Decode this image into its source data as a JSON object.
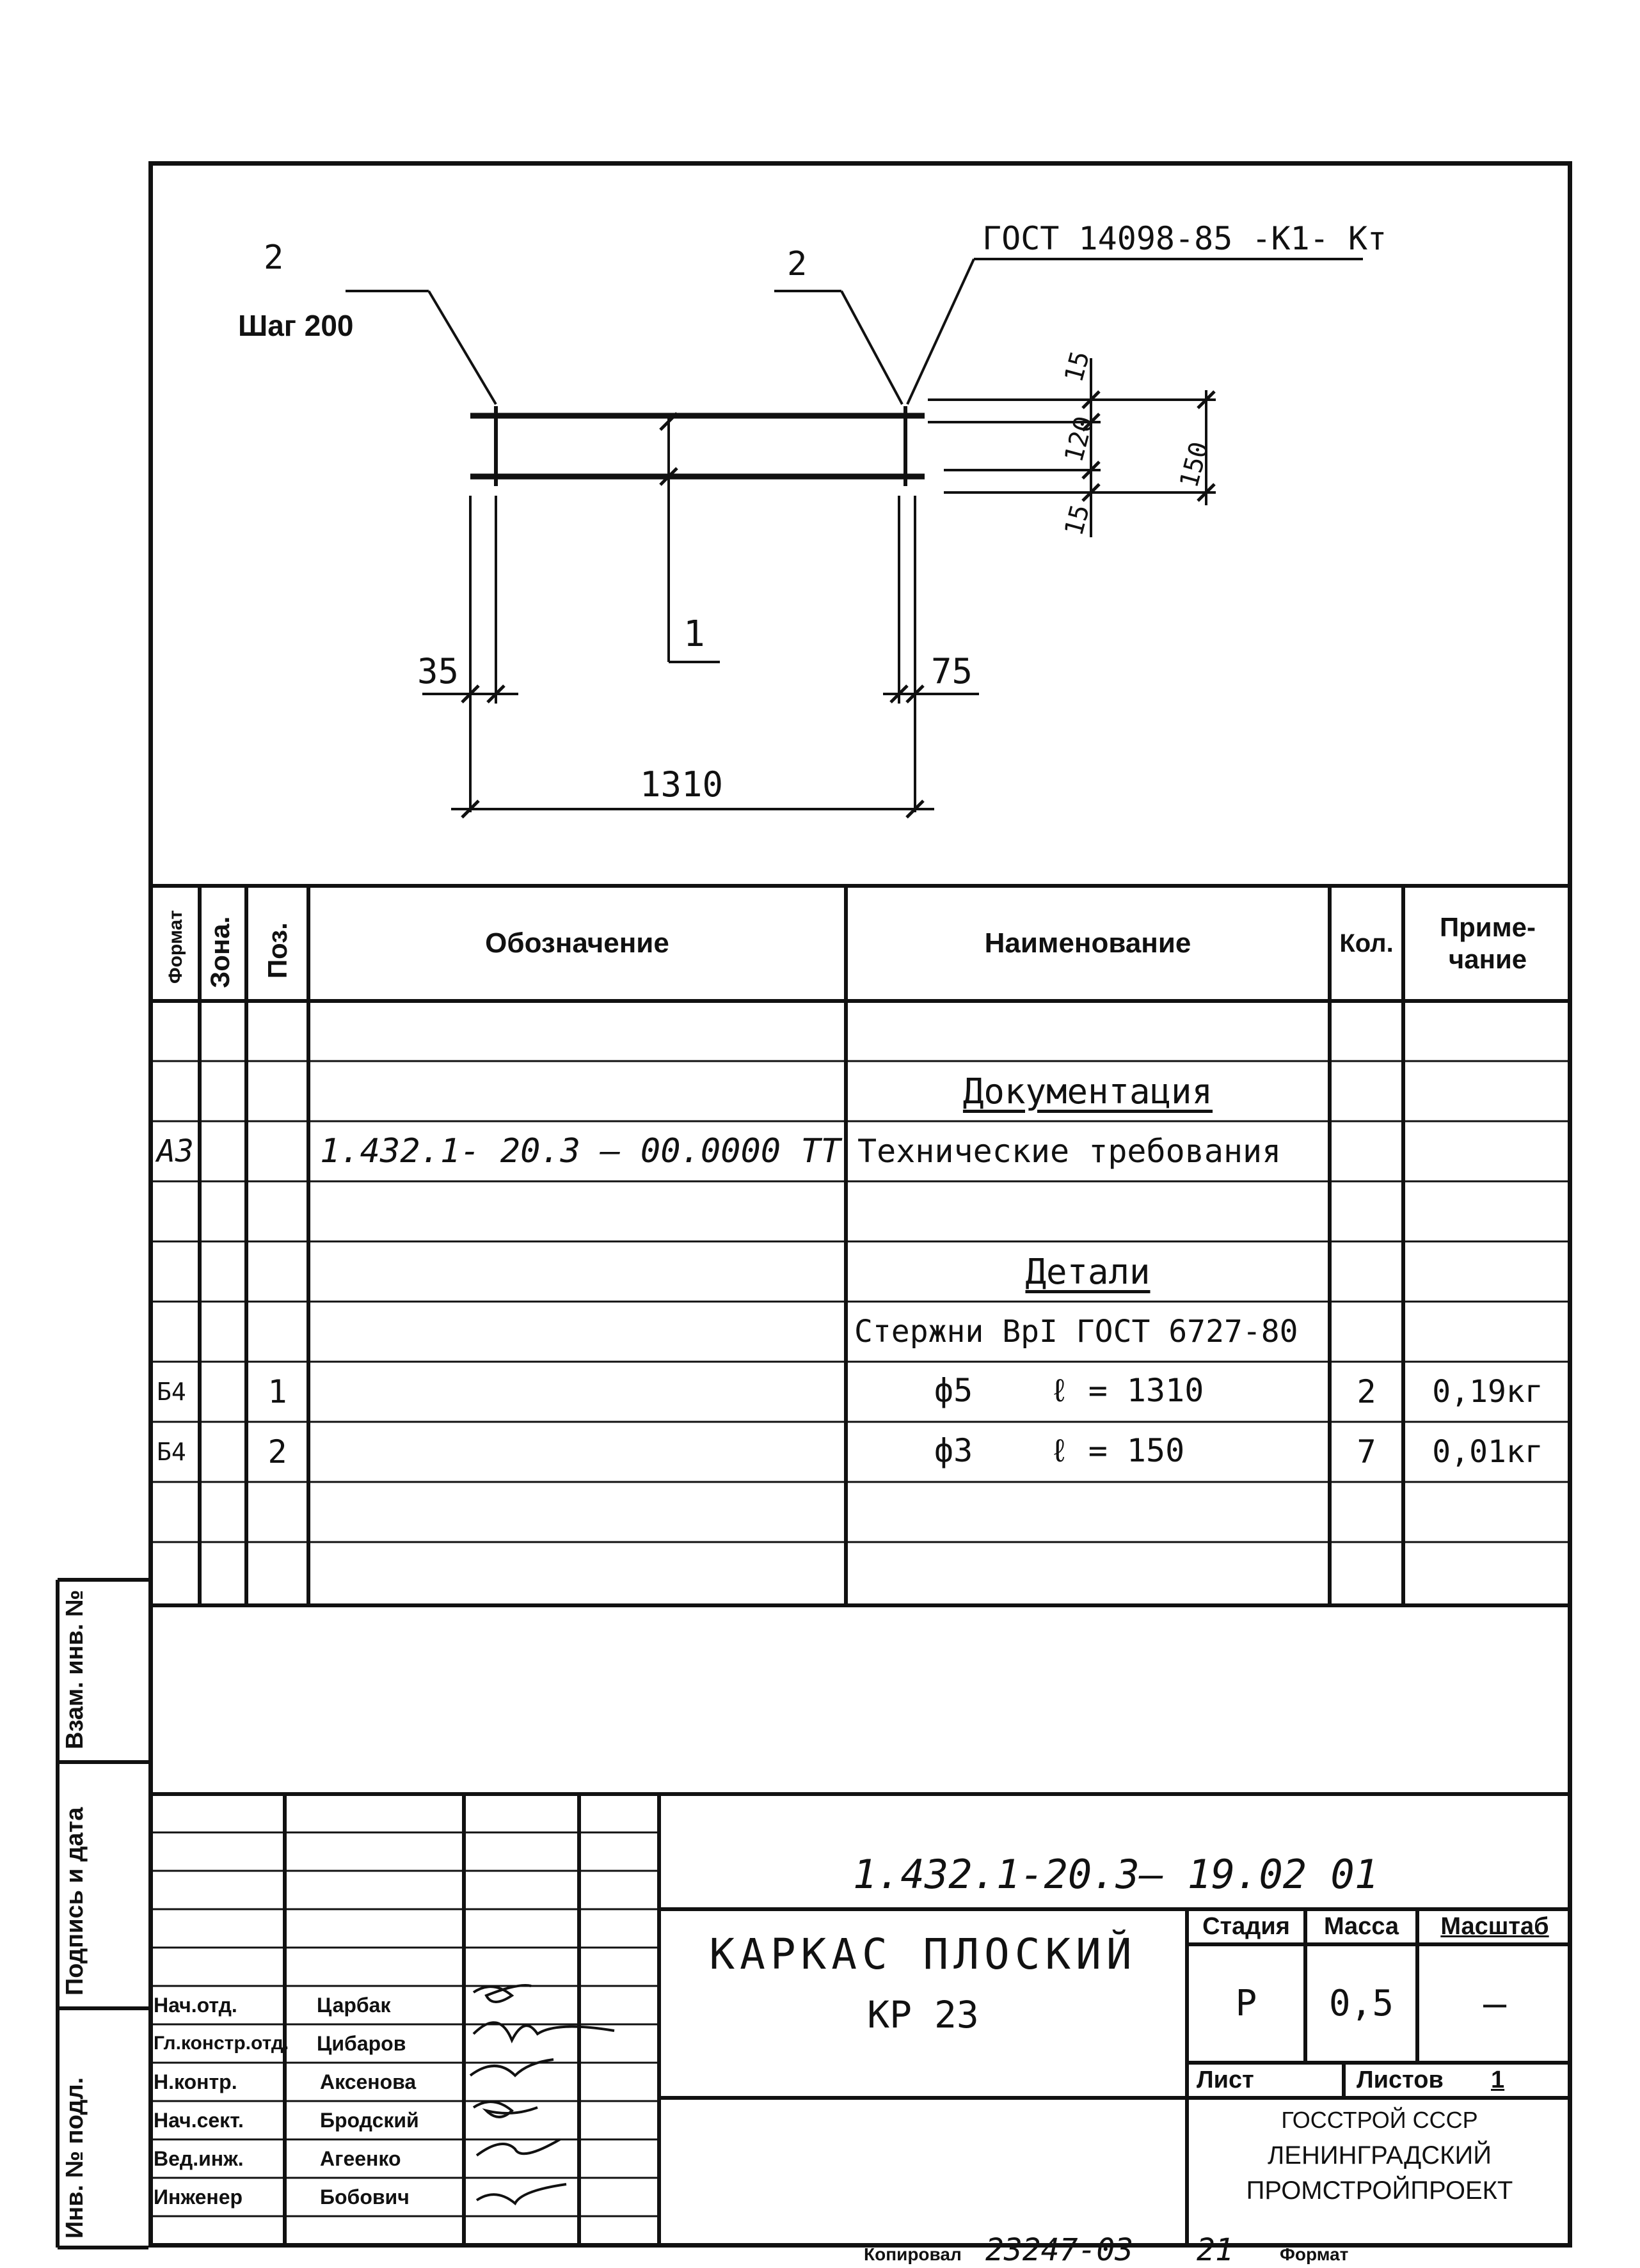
{
  "drawing": {
    "gost_label": "ГОСТ 14098-85 -К1- Кт",
    "pos_left": "2",
    "step_label": "Шаг 200",
    "pos_right": "2",
    "pos_middle": "1",
    "dim_15_top": "15",
    "dim_120": "120",
    "dim_15_bottom": "15",
    "dim_150": "150",
    "dim_35": "35",
    "dim_75": "75",
    "dim_1310": "1310"
  },
  "spec_table": {
    "headers": {
      "format": "Формат",
      "zone": "Зона.",
      "pos": "Поз.",
      "designation": "Обозначение",
      "name": "Наименование",
      "qty": "Кол.",
      "note": "Приме-\nчание"
    },
    "rows": [
      {
        "format": "",
        "zone": "",
        "pos": "",
        "designation": "",
        "name": "",
        "qty": "",
        "note": ""
      },
      {
        "format": "",
        "zone": "",
        "pos": "",
        "designation": "",
        "name": "Документация",
        "qty": "",
        "note": "",
        "underline": true
      },
      {
        "format": "А3",
        "zone": "",
        "pos": "",
        "designation": "1.432.1- 20.3 – 00.0000 ТТ",
        "name": "Технические требования",
        "qty": "",
        "note": ""
      },
      {
        "format": "",
        "zone": "",
        "pos": "",
        "designation": "",
        "name": "",
        "qty": "",
        "note": ""
      },
      {
        "format": "",
        "zone": "",
        "pos": "",
        "designation": "",
        "name": "Детали",
        "qty": "",
        "note": "",
        "underline": true
      },
      {
        "format": "",
        "zone": "",
        "pos": "",
        "designation": "",
        "name": "Стержни ВрI ГОСТ 6727-80",
        "qty": "",
        "note": ""
      },
      {
        "format": "Б4",
        "zone": "",
        "pos": "1",
        "designation": "",
        "name": "ф5    ℓ = 1310",
        "qty": "2",
        "note": "0,19кг"
      },
      {
        "format": "Б4",
        "zone": "",
        "pos": "2",
        "designation": "",
        "name": "ф3    ℓ = 150",
        "qty": "7",
        "note": "0,01кг"
      },
      {
        "format": "",
        "zone": "",
        "pos": "",
        "designation": "",
        "name": "",
        "qty": "",
        "note": ""
      },
      {
        "format": "",
        "zone": "",
        "pos": "",
        "designation": "",
        "name": "",
        "qty": "",
        "note": ""
      }
    ]
  },
  "side_stamps": {
    "replace_inv": "Взам. инв. №",
    "sign_date": "Подпись и дата",
    "inv_orig": "Инв. № подл."
  },
  "title_block": {
    "doc_code": "1.432.1-20.3– 19.02 01",
    "title_line1": "КАРКАС ПЛОСКИЙ",
    "title_line2": "КР 23",
    "stage_label": "Стадия",
    "mass_label": "Масса",
    "scale_label": "Масштаб",
    "stage_value": "Р",
    "mass_value": "0,5",
    "scale_value": "—",
    "sheet_label": "Лист",
    "sheets_label": "Листов",
    "sheets_value": "1",
    "org_line1": "ГОССТРОЙ СССР",
    "org_line2": "ЛЕНИНГРАДСКИЙ",
    "org_line3": "ПРОМСТРОЙПРОЕКТ",
    "people": [
      {
        "role": "Нач.отд.",
        "name": "Царбак"
      },
      {
        "role": "Гл.констр.отд.",
        "name": "Цибаров"
      },
      {
        "role": "Н.контр.",
        "name": "Аксенова"
      },
      {
        "role": "Нач.сект.",
        "name": "Бродский"
      },
      {
        "role": "Вед.инж.",
        "name": "Агеенко"
      },
      {
        "role": "Инженер",
        "name": "Бобович"
      }
    ]
  },
  "footer": {
    "copied_label": "Копировал",
    "copy_number": "23247-03",
    "page_number": "21",
    "format_label": "Формат"
  }
}
